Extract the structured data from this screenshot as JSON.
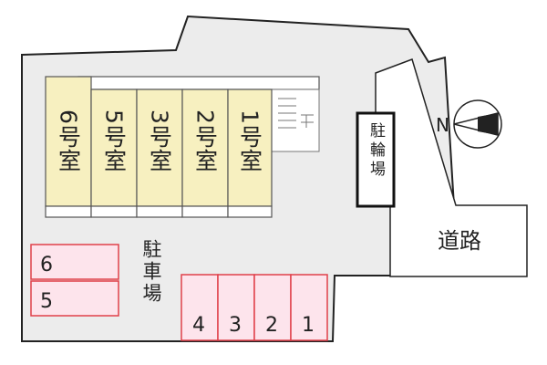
{
  "units": [
    {
      "label": "6号室"
    },
    {
      "label": "5号室"
    },
    {
      "label": "3号室"
    },
    {
      "label": "2号室"
    },
    {
      "label": "1号室"
    }
  ],
  "parking_label": "駐車場",
  "bicycle_parking_label": "駐輪場",
  "road_label": "道路",
  "compass": {
    "north_label": "N"
  },
  "parking_spaces_left": [
    {
      "label": "6"
    },
    {
      "label": "5"
    }
  ],
  "parking_spaces_bottom": [
    {
      "label": "4"
    },
    {
      "label": "3"
    },
    {
      "label": "2"
    },
    {
      "label": "1"
    }
  ],
  "colors": {
    "lot": "#ececec",
    "building": "#f7f0c0",
    "parking_fill": "#fde4ec",
    "parking_border": "#e0404a",
    "outline": "#222222"
  }
}
